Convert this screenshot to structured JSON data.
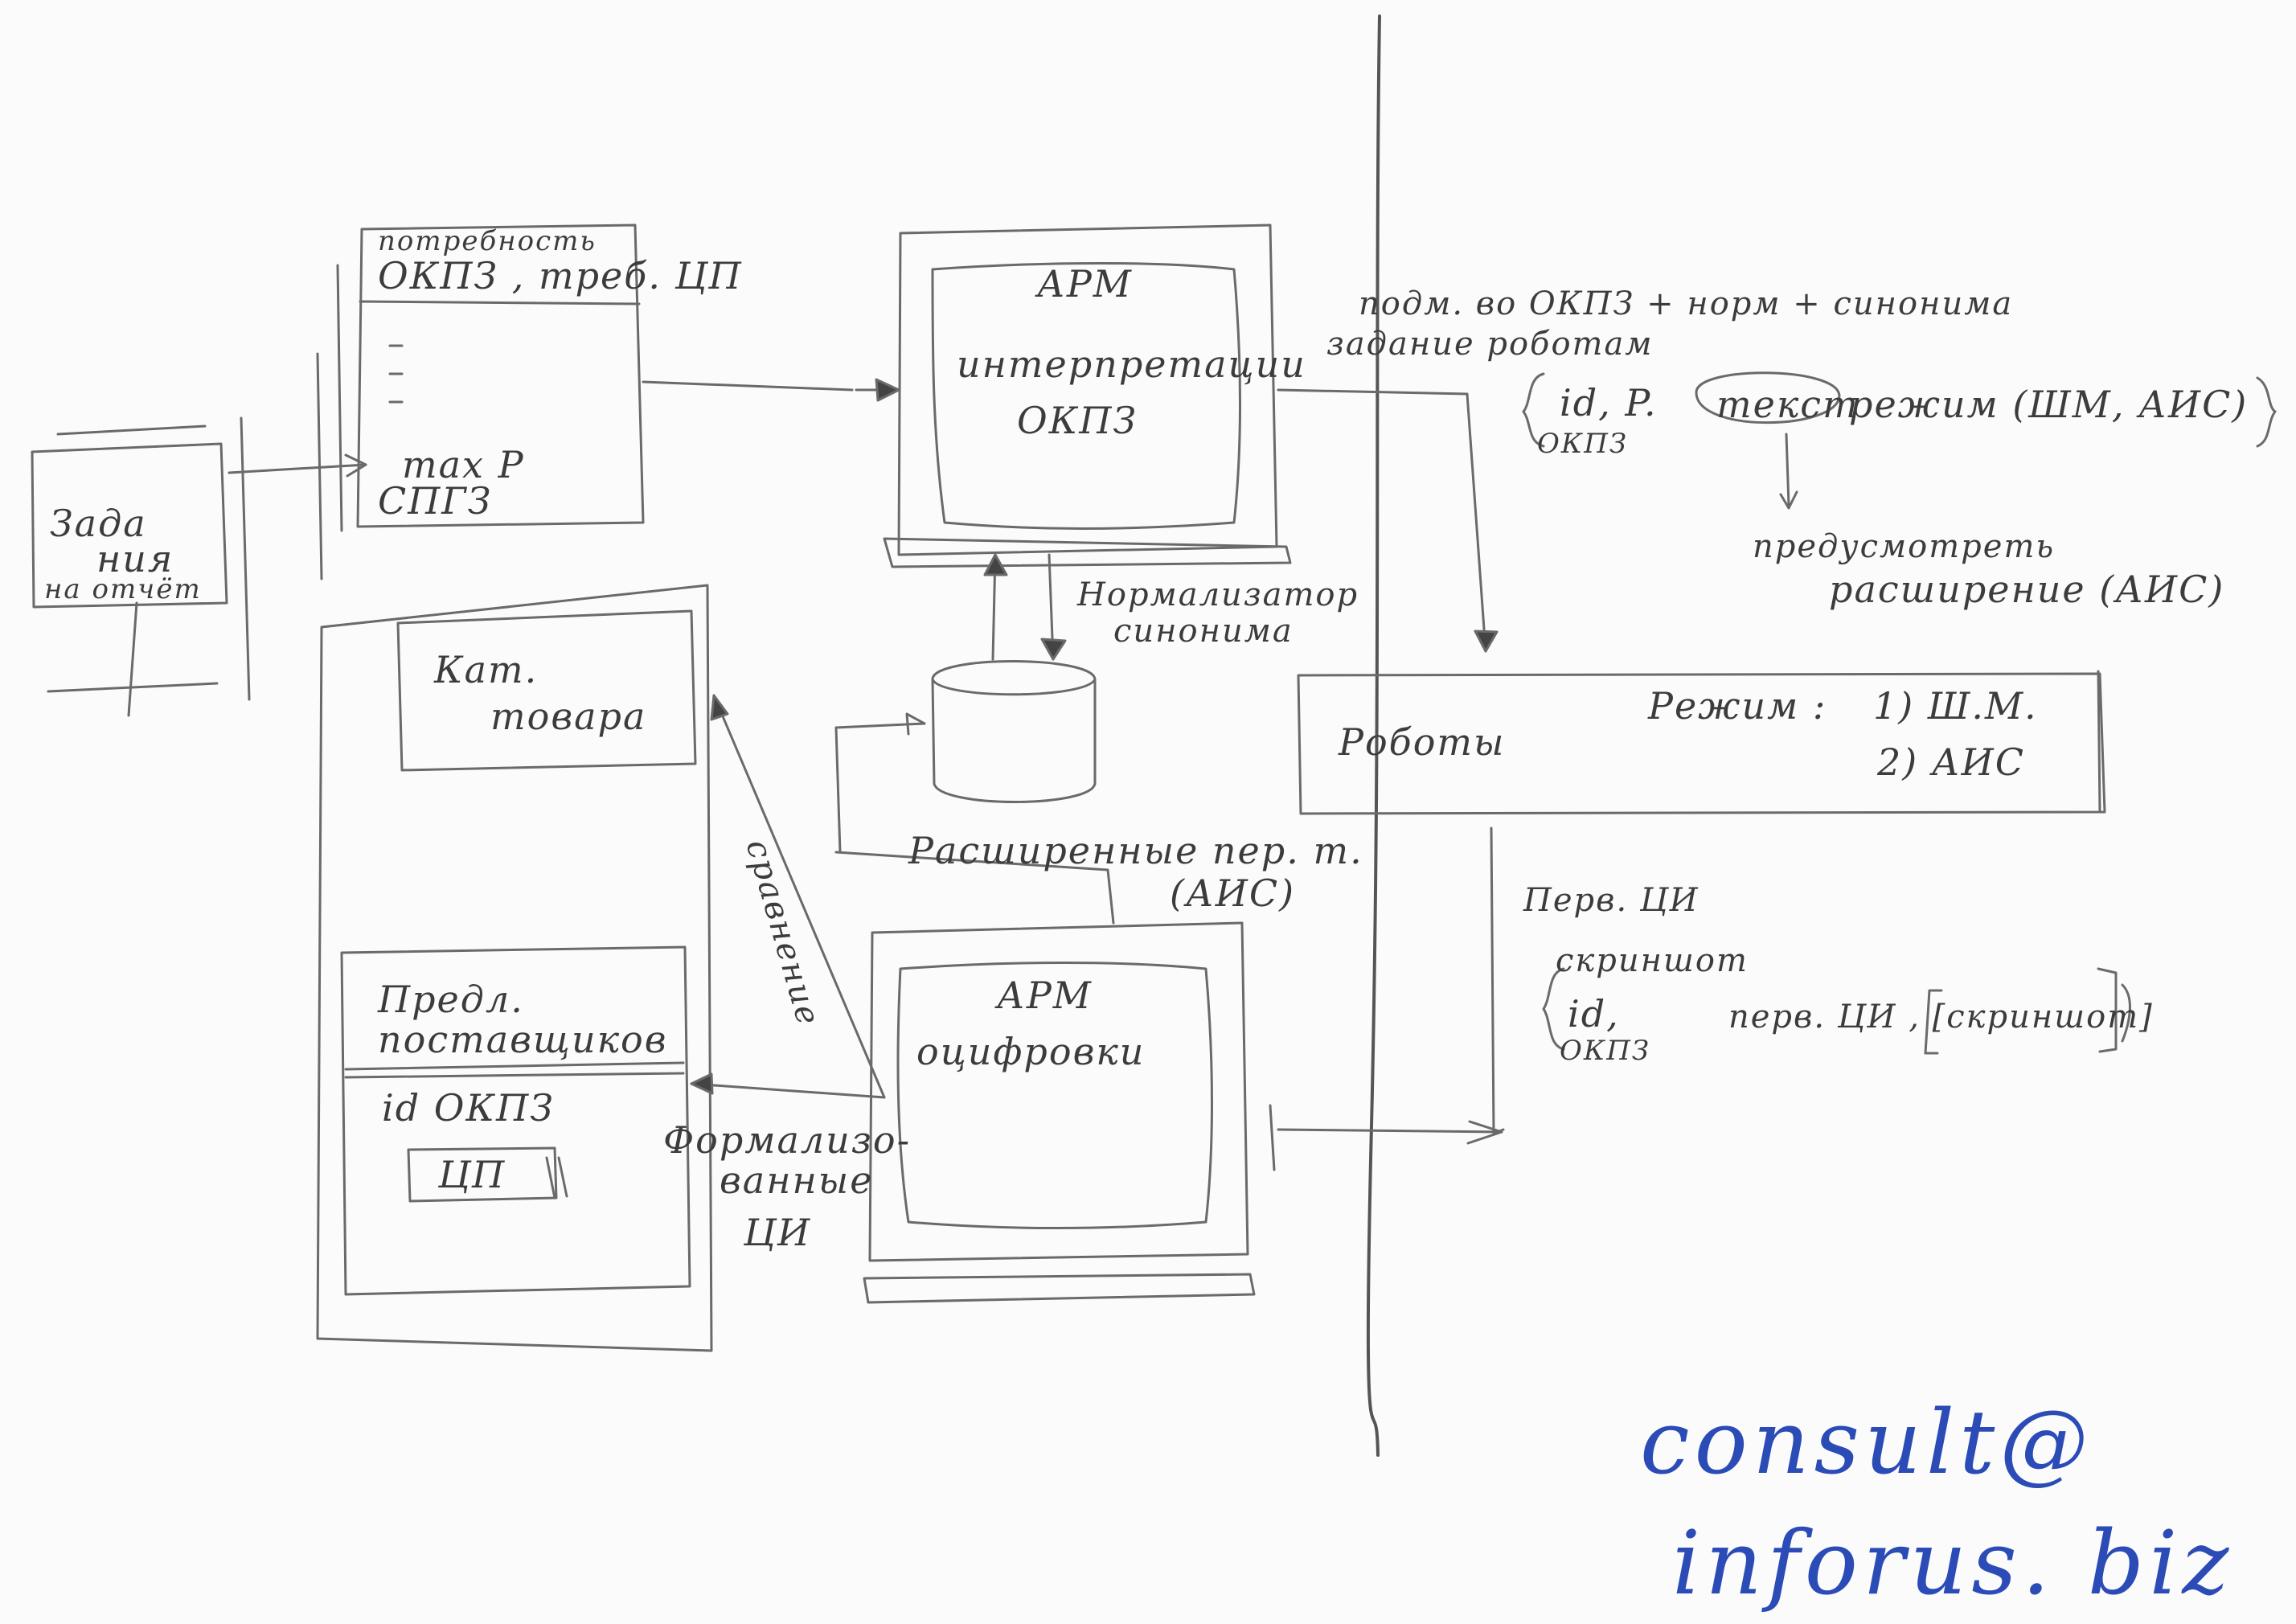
{
  "left": {
    "task_box": [
      "Зада",
      "ния",
      "на отчёт"
    ],
    "norm_box": {
      "title": "потребность",
      "line1": "ОКПЗ , треб. ЦП",
      "line2": "max P",
      "line3": "СПГЗ"
    },
    "catalog_box": [
      "Кат.",
      "товара"
    ],
    "offers_box": {
      "title": "Предл.",
      "title2": "поставщиков",
      "id_line": "id  ОКПЗ",
      "price_badge": "ЦП"
    }
  },
  "center": {
    "arm_interp": [
      "АРМ",
      "интерпретации",
      "ОКПЗ"
    ],
    "arm_digit": [
      "АРМ",
      "оцифровки"
    ],
    "normalizer": [
      "Нормализатор",
      "синонима"
    ],
    "extension": "Расширенные пер. т.",
    "extension_ais": "(АИС)",
    "compare": "сравнение",
    "formalized": [
      "Формализо-",
      "ванные",
      "ЦИ"
    ]
  },
  "right": {
    "top_note": "подм. во ОКПЗ + норм + синонима",
    "task_robots": "задание роботам",
    "tuple1": {
      "id": "id, P.",
      "okpz": "ОКПЗ",
      "text": "текст",
      "mode": "режим (ШМ, АИС)"
    },
    "foresee": "предусмотреть",
    "extension": "расширение (АИС)",
    "robots": "Роботы",
    "mode_title": "Режим :",
    "mode1": "1)  Ш.М.",
    "mode2": "2)  АИС",
    "primary": "Перв. ЦИ",
    "screenshot": "скриншот",
    "tuple2": {
      "id": "id,",
      "okpz": "ОКПЗ",
      "text": "перв. ЦИ , [скриншот]"
    }
  },
  "watermark": {
    "line1": "consult@",
    "line2": "inforus. biz"
  }
}
